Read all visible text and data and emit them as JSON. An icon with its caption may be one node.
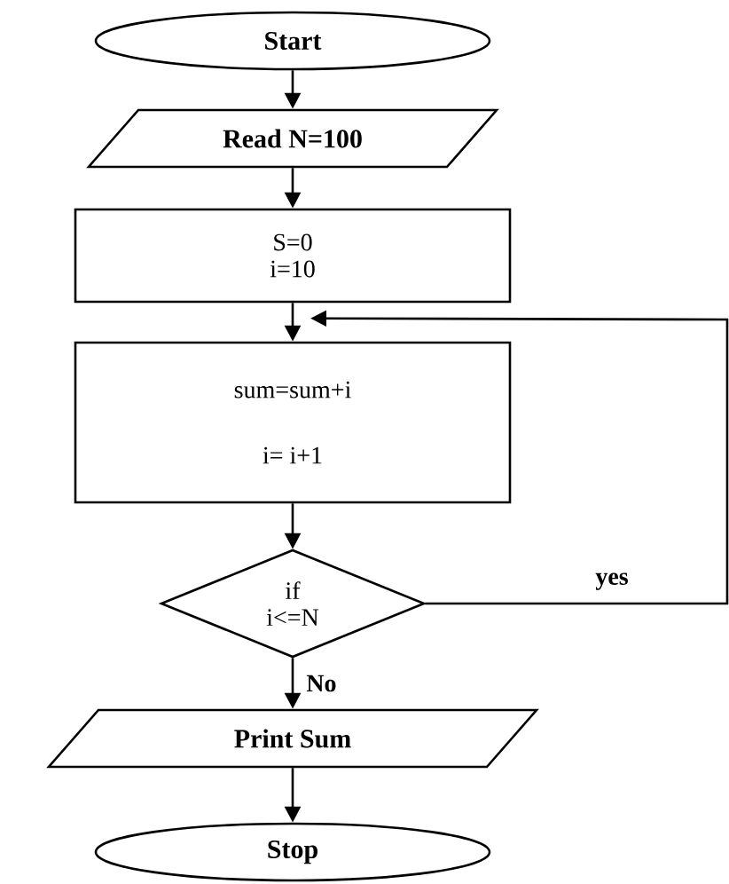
{
  "diagram": {
    "nodes": [
      {
        "text": [
          "Start"
        ]
      },
      {
        "text": [
          "Read N=100"
        ]
      },
      {
        "text": [
          "S=0 i=10"
        ]
      },
      {
        "text": [
          "sum=sum+i",
          "i= i+1"
        ]
      },
      {
        "text": [
          "if i<=N"
        ]
      },
      {
        "text": [
          "Print Sum"
        ]
      },
      {
        "text": [
          "Stop"
        ]
      }
    ],
    "edges": [
      {
        "from": 0,
        "to": 1,
        "arrow": "to"
      },
      {
        "from": 1,
        "to": 2,
        "arrow": "to"
      },
      {
        "from": 2,
        "to": 3,
        "arrow": "to"
      },
      {
        "from": 3,
        "to": 4,
        "arrow": "to"
      },
      {
        "from": 4,
        "to": 5,
        "arrow": "to",
        "label": "No"
      },
      {
        "from": 5,
        "to": 6,
        "arrow": "to"
      },
      {
        "from": 4,
        "to": 3,
        "arrow": "to",
        "label": "yes"
      }
    ]
  }
}
